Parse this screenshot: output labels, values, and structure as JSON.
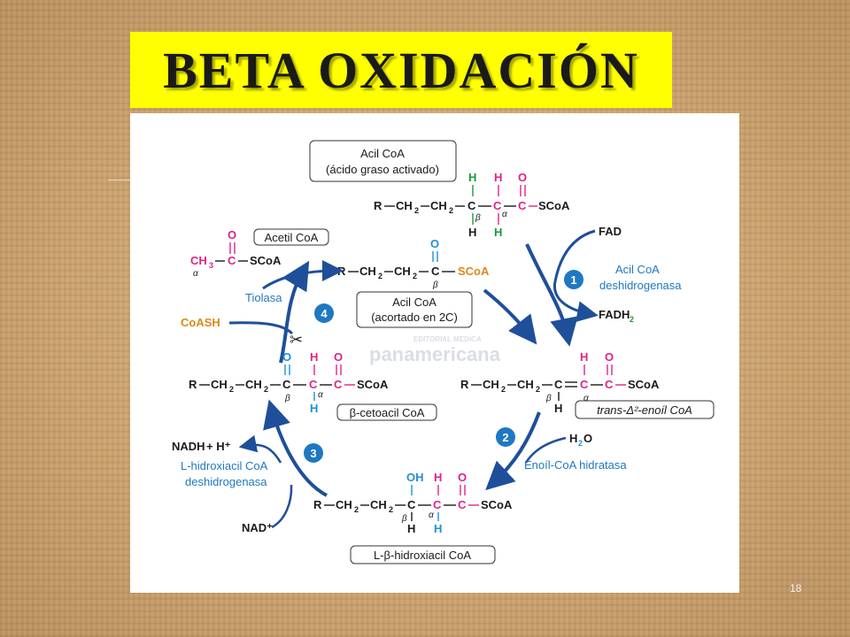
{
  "title": "BETA OXIDACIÓN",
  "page_number": "18",
  "colors": {
    "title_bg": "#ffff00",
    "arrow": "#1f4f9a",
    "pink": "#e0218a",
    "green": "#1a9a3a",
    "blue": "#1e8fd6",
    "orange": "#d98a18"
  },
  "watermark": {
    "line1": "EDITORIAL MEDICA",
    "line2": "panamericana"
  },
  "boxes": {
    "acyl_coa": [
      "Acil CoA",
      "(ácido graso activado)"
    ],
    "acetyl_coa": "Acetil CoA",
    "shortened": [
      "Acil CoA",
      "(acortado en 2C)"
    ],
    "ketoacyl": "β-cetoacil CoA",
    "enoyl": "trans-Δ²-enoíl CoA",
    "hydroxyacyl": "L-β-hidroxiacil CoA"
  },
  "atoms": {
    "R": "R",
    "CH2": "CH",
    "two": "2",
    "C": "C",
    "O": "O",
    "H": "H",
    "OH": "OH",
    "SCoA": "SCoA",
    "CH3": "CH",
    "three": "3",
    "alpha": "α",
    "beta": "β"
  },
  "steps": [
    {
      "number": "1",
      "enzyme": [
        "Acil CoA",
        "deshidrogenasa"
      ],
      "in": "FAD",
      "out_main": "FADH",
      "out_sub": "2"
    },
    {
      "number": "2",
      "enzyme": [
        "Enoíl-CoA hidratasa"
      ],
      "in_main": "H",
      "in_sub": "2",
      "in_tail": "O"
    },
    {
      "number": "3",
      "enzyme": [
        "L-hidroxiacil CoA",
        "deshidrogenasa"
      ],
      "in": "NAD⁺",
      "out_main": "NADH",
      "out_tail": " + H⁺"
    },
    {
      "number": "4",
      "enzyme": [
        "Tiolasa"
      ],
      "in": "CoASH"
    }
  ]
}
